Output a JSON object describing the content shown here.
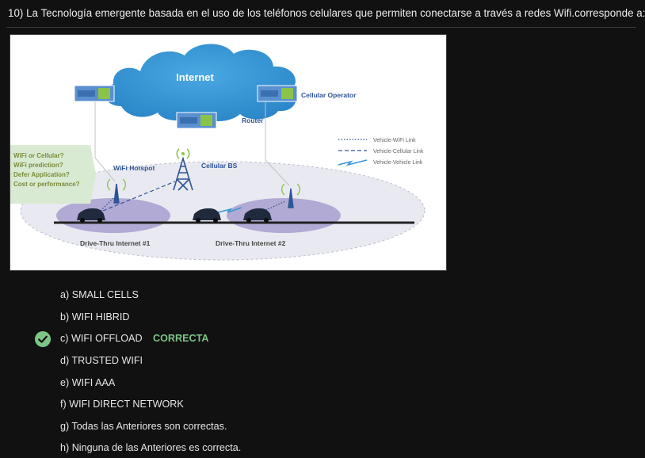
{
  "question": {
    "text": "10) La Tecnología emergente basada en el uso de los teléfonos celulares que permiten conectarse a través a redes Wifi.corresponde a:"
  },
  "figure": {
    "cloud_label": "Internet",
    "router_label": "Router",
    "operator_label": "Cellular Operator",
    "hotspot_label": "WiFi Hotspot",
    "bs_label": "Cellular BS",
    "decision_lines": [
      "WiFi or Cellular?",
      "WiFi prediction?",
      "Defer Application?",
      "Cost or performance?"
    ],
    "legend": {
      "wifi_link": "Vehicle-WiFi Link",
      "cellular_link": "Vehicle-Cellular Link",
      "v2v_link": "Vehicle-Vehicle Link"
    },
    "drive_thru_1": "Drive-Thru Internet #1",
    "drive_thru_2": "Drive-Thru Internet #2",
    "colors": {
      "cloud": "#3a97d4",
      "device": "#5a8fd0",
      "ellipse": "#c8ccdf",
      "zone": "#9a93c4",
      "decision_bg": "#d9ead3",
      "decision_text": "#7a8a3a",
      "label_blue": "#2f5597"
    }
  },
  "options": [
    {
      "label": "a) SMALL CELLS"
    },
    {
      "label": "b) WIFI HIBRID"
    },
    {
      "label": "c) WIFI OFFLOAD",
      "correct": true,
      "badge": "CORRECTA"
    },
    {
      "label": "d) TRUSTED WIFI"
    },
    {
      "label": "e) WIFI AAA"
    },
    {
      "label": "f) WIFI DIRECT NETWORK"
    },
    {
      "label": "g) Todas las Anteriores son correctas."
    },
    {
      "label": "h) Ninguna de las Anteriores es correcta."
    }
  ],
  "icons": {
    "correct": "check-circle-icon"
  },
  "accent_color": "#7cc585"
}
